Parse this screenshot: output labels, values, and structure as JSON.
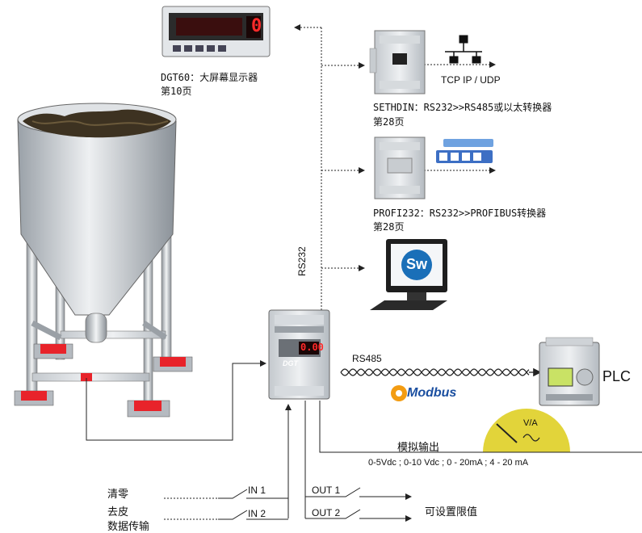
{
  "devices": {
    "dgt60": {
      "name": "DGT60：大屏幕显示器",
      "page": "第10页",
      "display_digit": "0"
    },
    "sethdin": {
      "name": "SETHDIN：RS232>>RS485或以太转换器",
      "page": "第28页",
      "network_label": "TCP IP / UDP"
    },
    "profi232": {
      "name": "PROFI232：RS232>>PROFIBUS转换器",
      "page": "第28页"
    },
    "pc": {
      "logo_text": "Sw"
    },
    "dgt": {
      "brand": "DGT",
      "display_value": "0.00"
    },
    "plc": {
      "label": "PLC"
    }
  },
  "connections": {
    "rs232": "RS232",
    "rs485": "RS485",
    "modbus": "Modbus",
    "analog_label": "模拟输出",
    "analog_ranges": "0-5Vdc ; 0-10 Vdc ; 0 - 20mA ; 4 - 20 mA",
    "gauge_label": "V/A"
  },
  "inputs": [
    {
      "name": "清零"
    },
    {
      "name": "去皮"
    },
    {
      "name": "数据传输"
    }
  ],
  "input_switches": [
    "IN 1",
    "IN 2"
  ],
  "output_switches": [
    "OUT 1",
    "OUT 2"
  ],
  "output_label": "可设置限值",
  "colors": {
    "accent_red": "#e8232a",
    "gauge_yellow": "#e2d43a",
    "silo": "#c9ced3"
  }
}
